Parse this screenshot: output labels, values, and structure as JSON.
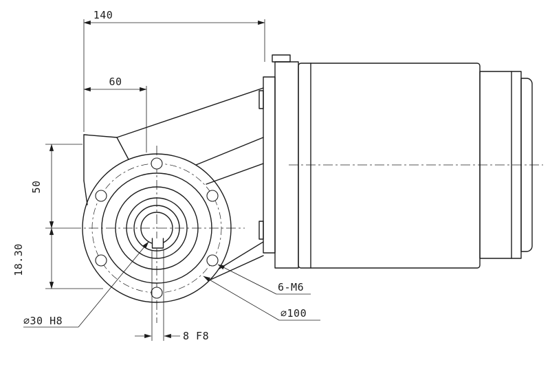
{
  "drawing": {
    "colors": {
      "background": "#ffffff",
      "line": "#1c1c1c"
    },
    "dims": {
      "overall_width": "140",
      "flange_width": "60",
      "center_height": "50",
      "lower_offset": "18.30",
      "bore": "⌀30 H8",
      "keyway_width": "8 F8",
      "bolt_holes": "6-M6",
      "bolt_circle": "⌀100"
    }
  }
}
